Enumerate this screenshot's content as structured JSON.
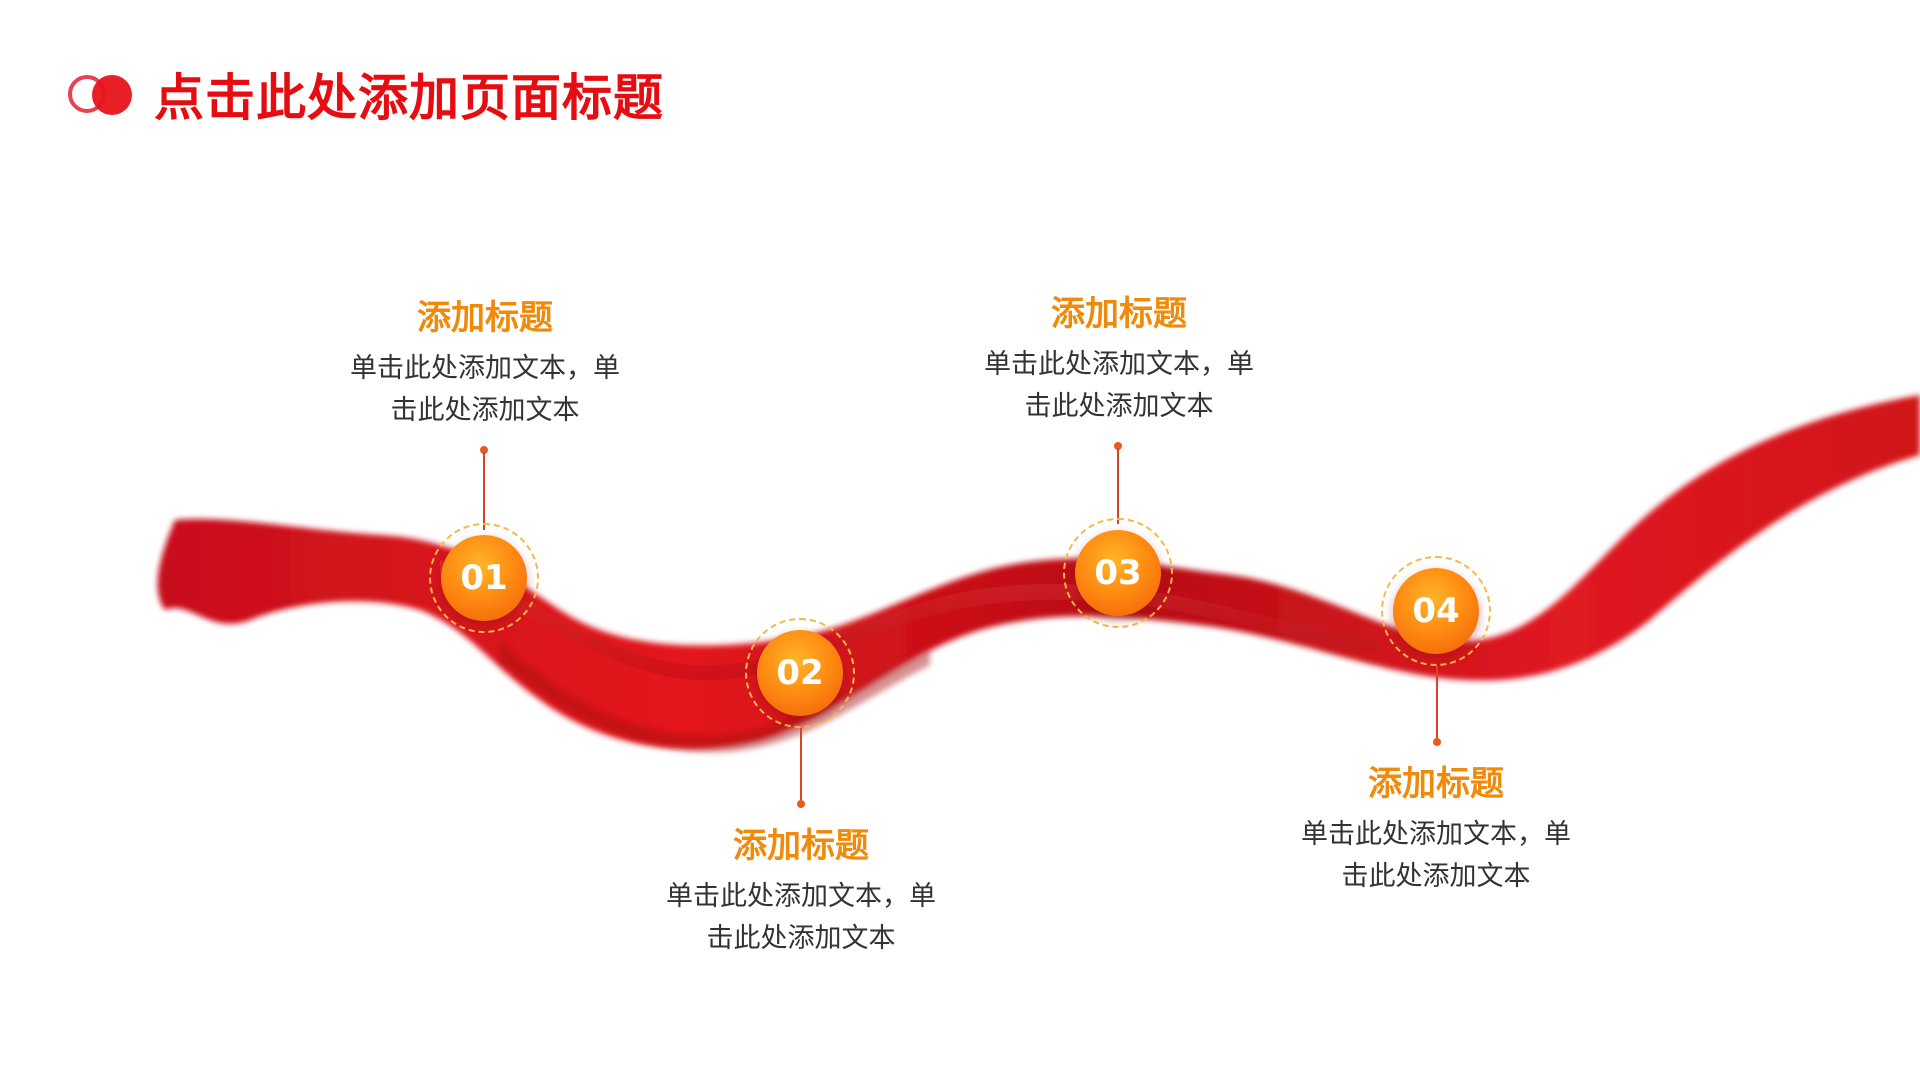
{
  "header": {
    "title": "点击此处添加页面标题"
  },
  "milestones": [
    {
      "number": "01",
      "title": "添加标题",
      "text_line1": "单击此处添加文本，单",
      "text_line2": "击此处添加文本"
    },
    {
      "number": "02",
      "title": "添加标题",
      "text_line1": "单击此处添加文本，单",
      "text_line2": "击此处添加文本"
    },
    {
      "number": "03",
      "title": "添加标题",
      "text_line1": "单击此处添加文本，单",
      "text_line2": "击此处添加文本"
    },
    {
      "number": "04",
      "title": "添加标题",
      "text_line1": "单击此处添加文本，单",
      "text_line2": "击此处添加文本"
    }
  ],
  "colors": {
    "title_red": "#e50d12",
    "accent_orange": "#f08a0a",
    "ribbon_red": "#d8121a"
  }
}
